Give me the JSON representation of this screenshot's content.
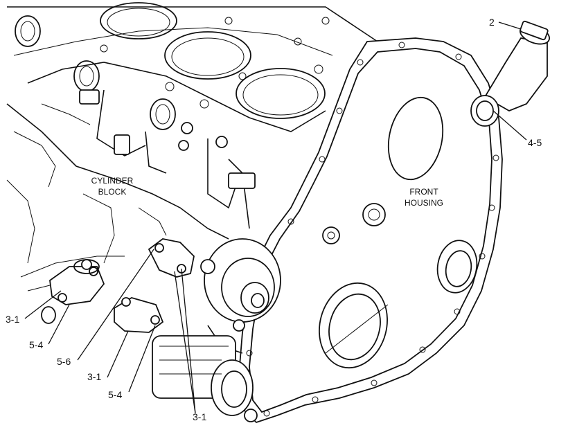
{
  "regions": {
    "cylinder_block_line1": "CYLINDER",
    "cylinder_block_line2": "BLOCK",
    "front_housing_line1": "FRONT",
    "front_housing_line2": "HOUSING"
  },
  "callouts": {
    "c2": "2",
    "c4_5": "4-5",
    "c3_1_left": "3-1",
    "c5_4_left": "5-4",
    "c5_6": "5-6",
    "c3_1_mid": "3-1",
    "c5_4_mid": "5-4",
    "c3_1_bottom": "3-1"
  }
}
